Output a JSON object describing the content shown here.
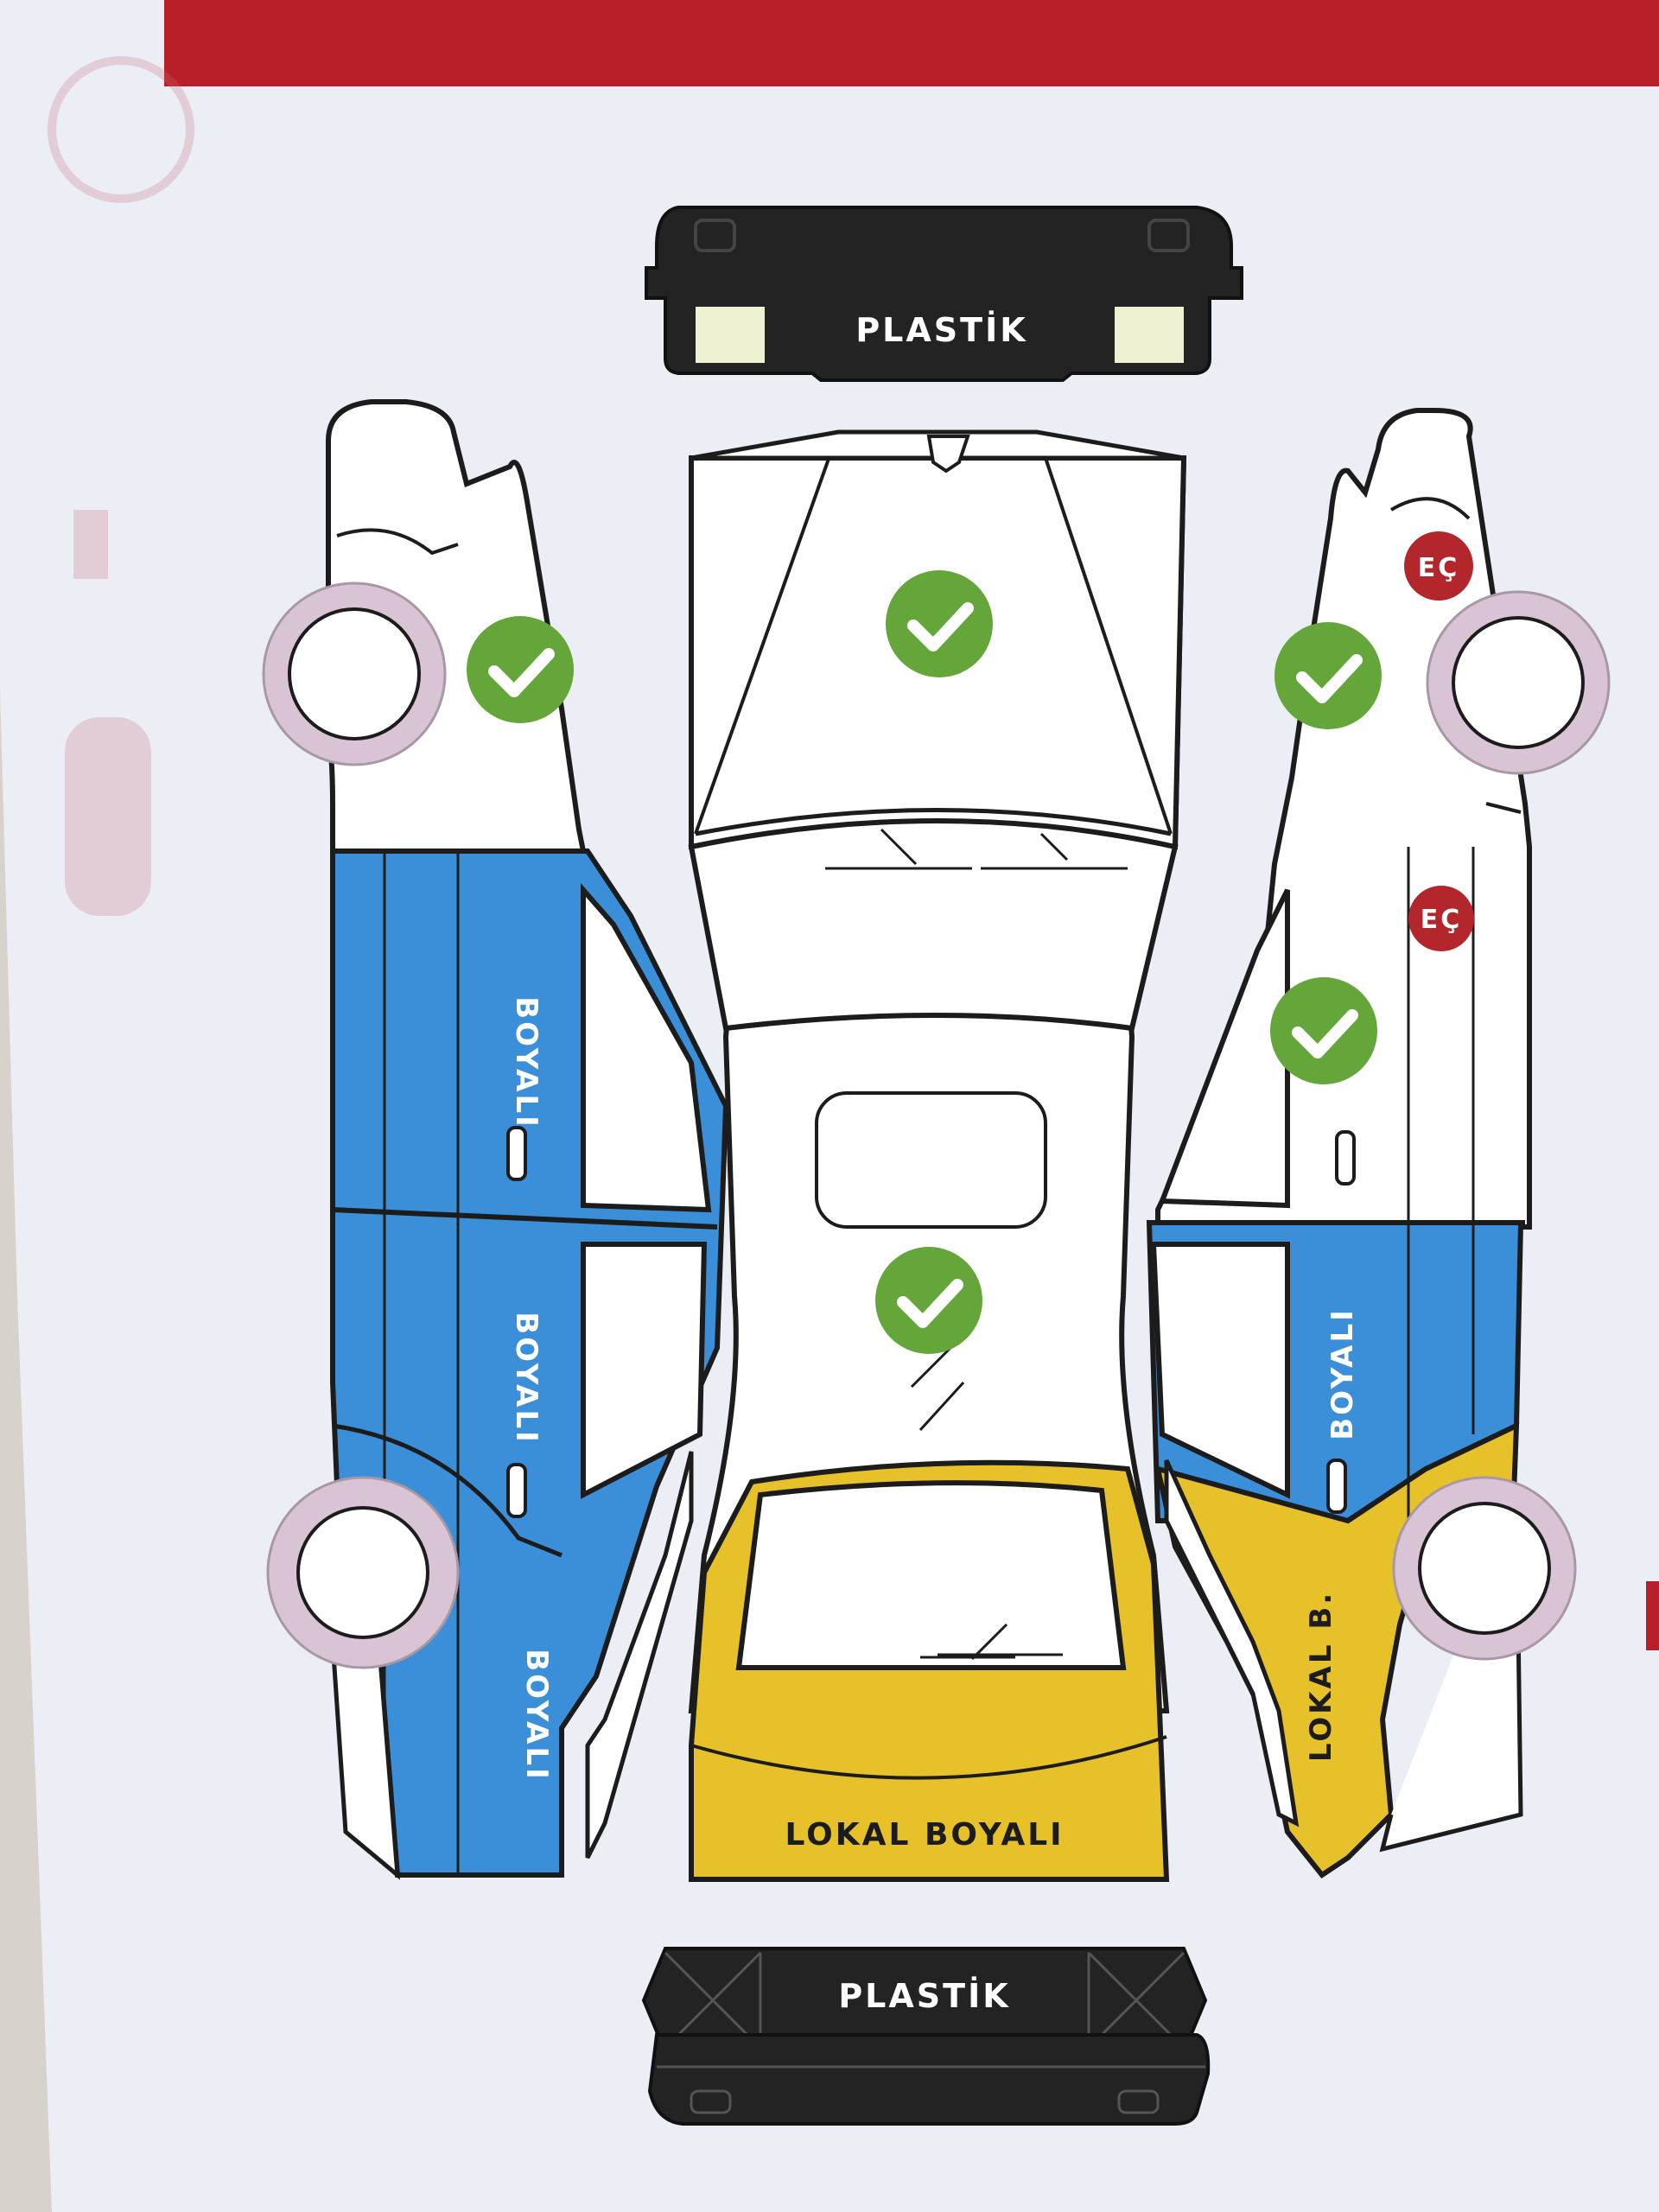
{
  "colors": {
    "header_red": "#b7202a",
    "paper": "#eceef6",
    "painted_blue": "#3b8fd9",
    "local_painted_yellow": "#e7c12a",
    "check_green": "#64a639",
    "changed_red": "#b3262c",
    "bumper_black": "#232323",
    "outline": "#1c1c1c",
    "tire_ring": "#d8c4d4"
  },
  "header": {
    "title": ""
  },
  "front_bumper": {
    "label": "PLASTİK",
    "status": "plastic"
  },
  "rear_bumper": {
    "label": "PLASTİK",
    "status": "plastic"
  },
  "left_side": {
    "front_fender": {
      "status": "original",
      "icon": "check-icon"
    },
    "front_door": {
      "status": "painted",
      "label": "BOYALI"
    },
    "rear_door": {
      "status": "painted",
      "label": "BOYALI"
    },
    "rear_fender": {
      "status": "painted",
      "label": "BOYALI"
    }
  },
  "top_view": {
    "hood": {
      "status": "original",
      "icon": "check-icon"
    },
    "roof": {
      "status": "original",
      "icon": "check-icon"
    },
    "trunk": {
      "status": "local_painted",
      "label": "LOKAL BOYALI"
    }
  },
  "right_side": {
    "front_fender": {
      "status": "original",
      "icon": "check-icon",
      "badge": "EÇ"
    },
    "front_door": {
      "status": "original",
      "icon": "check-icon",
      "badge": "EÇ"
    },
    "rear_door": {
      "status": "painted",
      "label": "BOYALI"
    },
    "rear_fender": {
      "status": "local_painted",
      "label": "LOKAL B."
    }
  }
}
